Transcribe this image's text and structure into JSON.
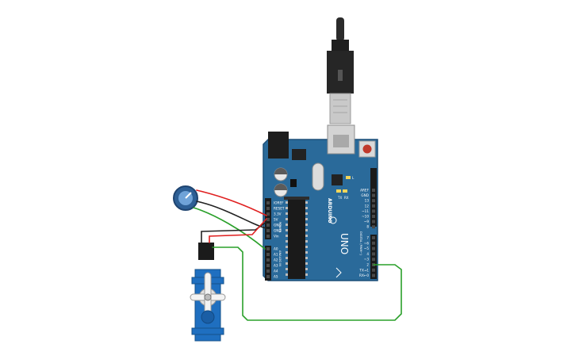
{
  "board": {
    "brand": "ARDUINO",
    "model": "UNO",
    "power_header": "POWER",
    "analog_header": "ANALOG IN",
    "digital_header": "DIGITAL (PWM~)",
    "power_pins": [
      "IOREF",
      "RESET",
      "3.3V",
      "5V",
      "GND",
      "GND",
      "Vin"
    ],
    "analog_pins": [
      "A0",
      "A1",
      "A2",
      "A3",
      "A4",
      "A5"
    ],
    "digital_top": [
      "AREF",
      "GND",
      "13",
      "12",
      "~11",
      "~10",
      "~9",
      "8"
    ],
    "digital_bottom": [
      "7",
      "~6",
      "~5",
      "4",
      "~3",
      "2",
      "TX→1",
      "RX←0"
    ],
    "led_tx": "TX",
    "led_rx": "RX",
    "led_l": "L"
  },
  "colors": {
    "board": "#2a6a9a",
    "board_edge": "#1d4f78",
    "wire_red": "#e02020",
    "wire_black": "#222222",
    "wire_green": "#2aa02a",
    "servo": "#1f6fc0",
    "pot": "#3a78b8"
  }
}
